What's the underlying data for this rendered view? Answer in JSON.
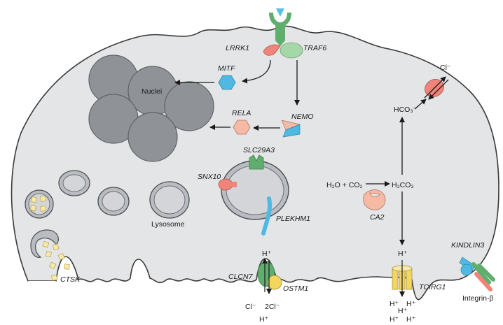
{
  "labels": {
    "nuclei": "Nuclei",
    "lysosome": "Lysosome",
    "lrrk1": "LRRK1",
    "traf6": "TRAF6",
    "mitf": "MITF",
    "nemo": "NEMO",
    "rela": "RELA",
    "slc29a3": "SLC29A3",
    "snx10": "SNX10",
    "plekhm1": "PLEKHM1",
    "ctsk": "CTSK",
    "clcn7": "CLCN7",
    "ostm1": "OSTM1",
    "tcirg1": "TCIRG1",
    "kindlin3": "KINDLIN3",
    "integrin": "Integrin-β",
    "ca2": "CA2",
    "h2o_co2": "H₂O + CO₂",
    "h2co3": "H₂CO₃",
    "hco3": "HCO₃⁻",
    "cl_top": "Cl⁻",
    "h_clcn": "H⁺",
    "cl_clcn": "Cl⁻",
    "two_cl": "2Cl⁻",
    "h_below_clcn": "H⁺",
    "h_tcirg_top": "H⁺",
    "h_tcirg_1": "H⁺",
    "h_tcirg_2": "H⁺",
    "h_tcirg_3": "H⁺",
    "h_tcirg_4": "H⁺",
    "h_tcirg_5": "H⁺"
  },
  "colors": {
    "cell_fill": "#e4e5e7",
    "cell_stroke": "#3a3a3a",
    "nucleus": "#8f9398",
    "green": "#5fae6e",
    "light_green": "#a6d7a8",
    "salmon": "#f0837a",
    "peach": "#f6b9a4",
    "blue": "#4fb9e3",
    "yellow": "#f2d65f",
    "pale_yellow": "#f7e9a6"
  }
}
